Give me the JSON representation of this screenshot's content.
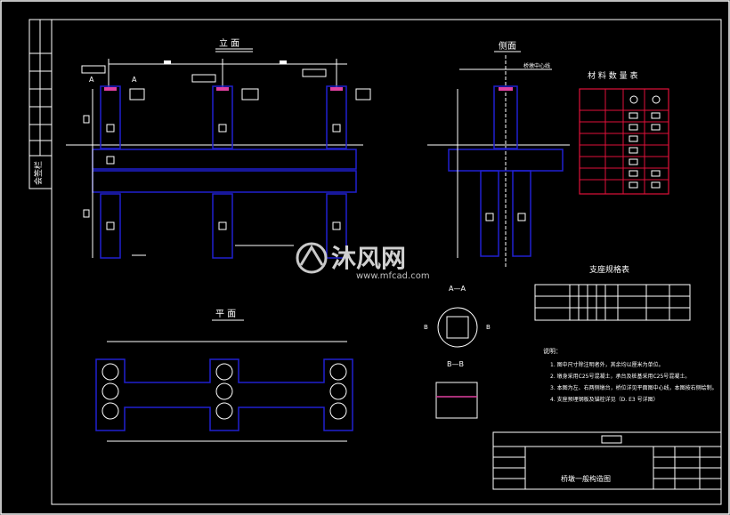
{
  "views": {
    "elevation": "立  面",
    "side": "侧面",
    "plan": "平  面",
    "section_aa": "A—A",
    "section_bb": "B—B"
  },
  "labels": {
    "marker_a": "A",
    "marker_b": "B",
    "side_pier_note": "桥墩中心线"
  },
  "tables": {
    "table1_title": "材  料  数  量  表",
    "table2_title": "支座规格表"
  },
  "notes": {
    "heading": "说明：",
    "lines": [
      "1. 图中尺寸除注明者外，其余均以厘米为单位。",
      "2. 墩身采用C25号混凝土，承台及桩基采用C25号混凝土。",
      "3. 本图为左、右两侧墩台，桥位详见平面图中心线，本图按右侧绘制。",
      "4. 支座预埋钢板及锚栓详见（D. E3 号详图）"
    ]
  },
  "title_block": {
    "drawing_name": "桥墩一般构造图"
  },
  "sidebar": {
    "label": "会签栏"
  },
  "watermark": {
    "brand_cn": "沐风网",
    "brand_url": "www.mfcad.com"
  },
  "colors": {
    "background": "#000000",
    "line": "#ffffff",
    "structure": "#2020d0",
    "table_border": "#e0103a",
    "bearing": "#e040a0"
  }
}
